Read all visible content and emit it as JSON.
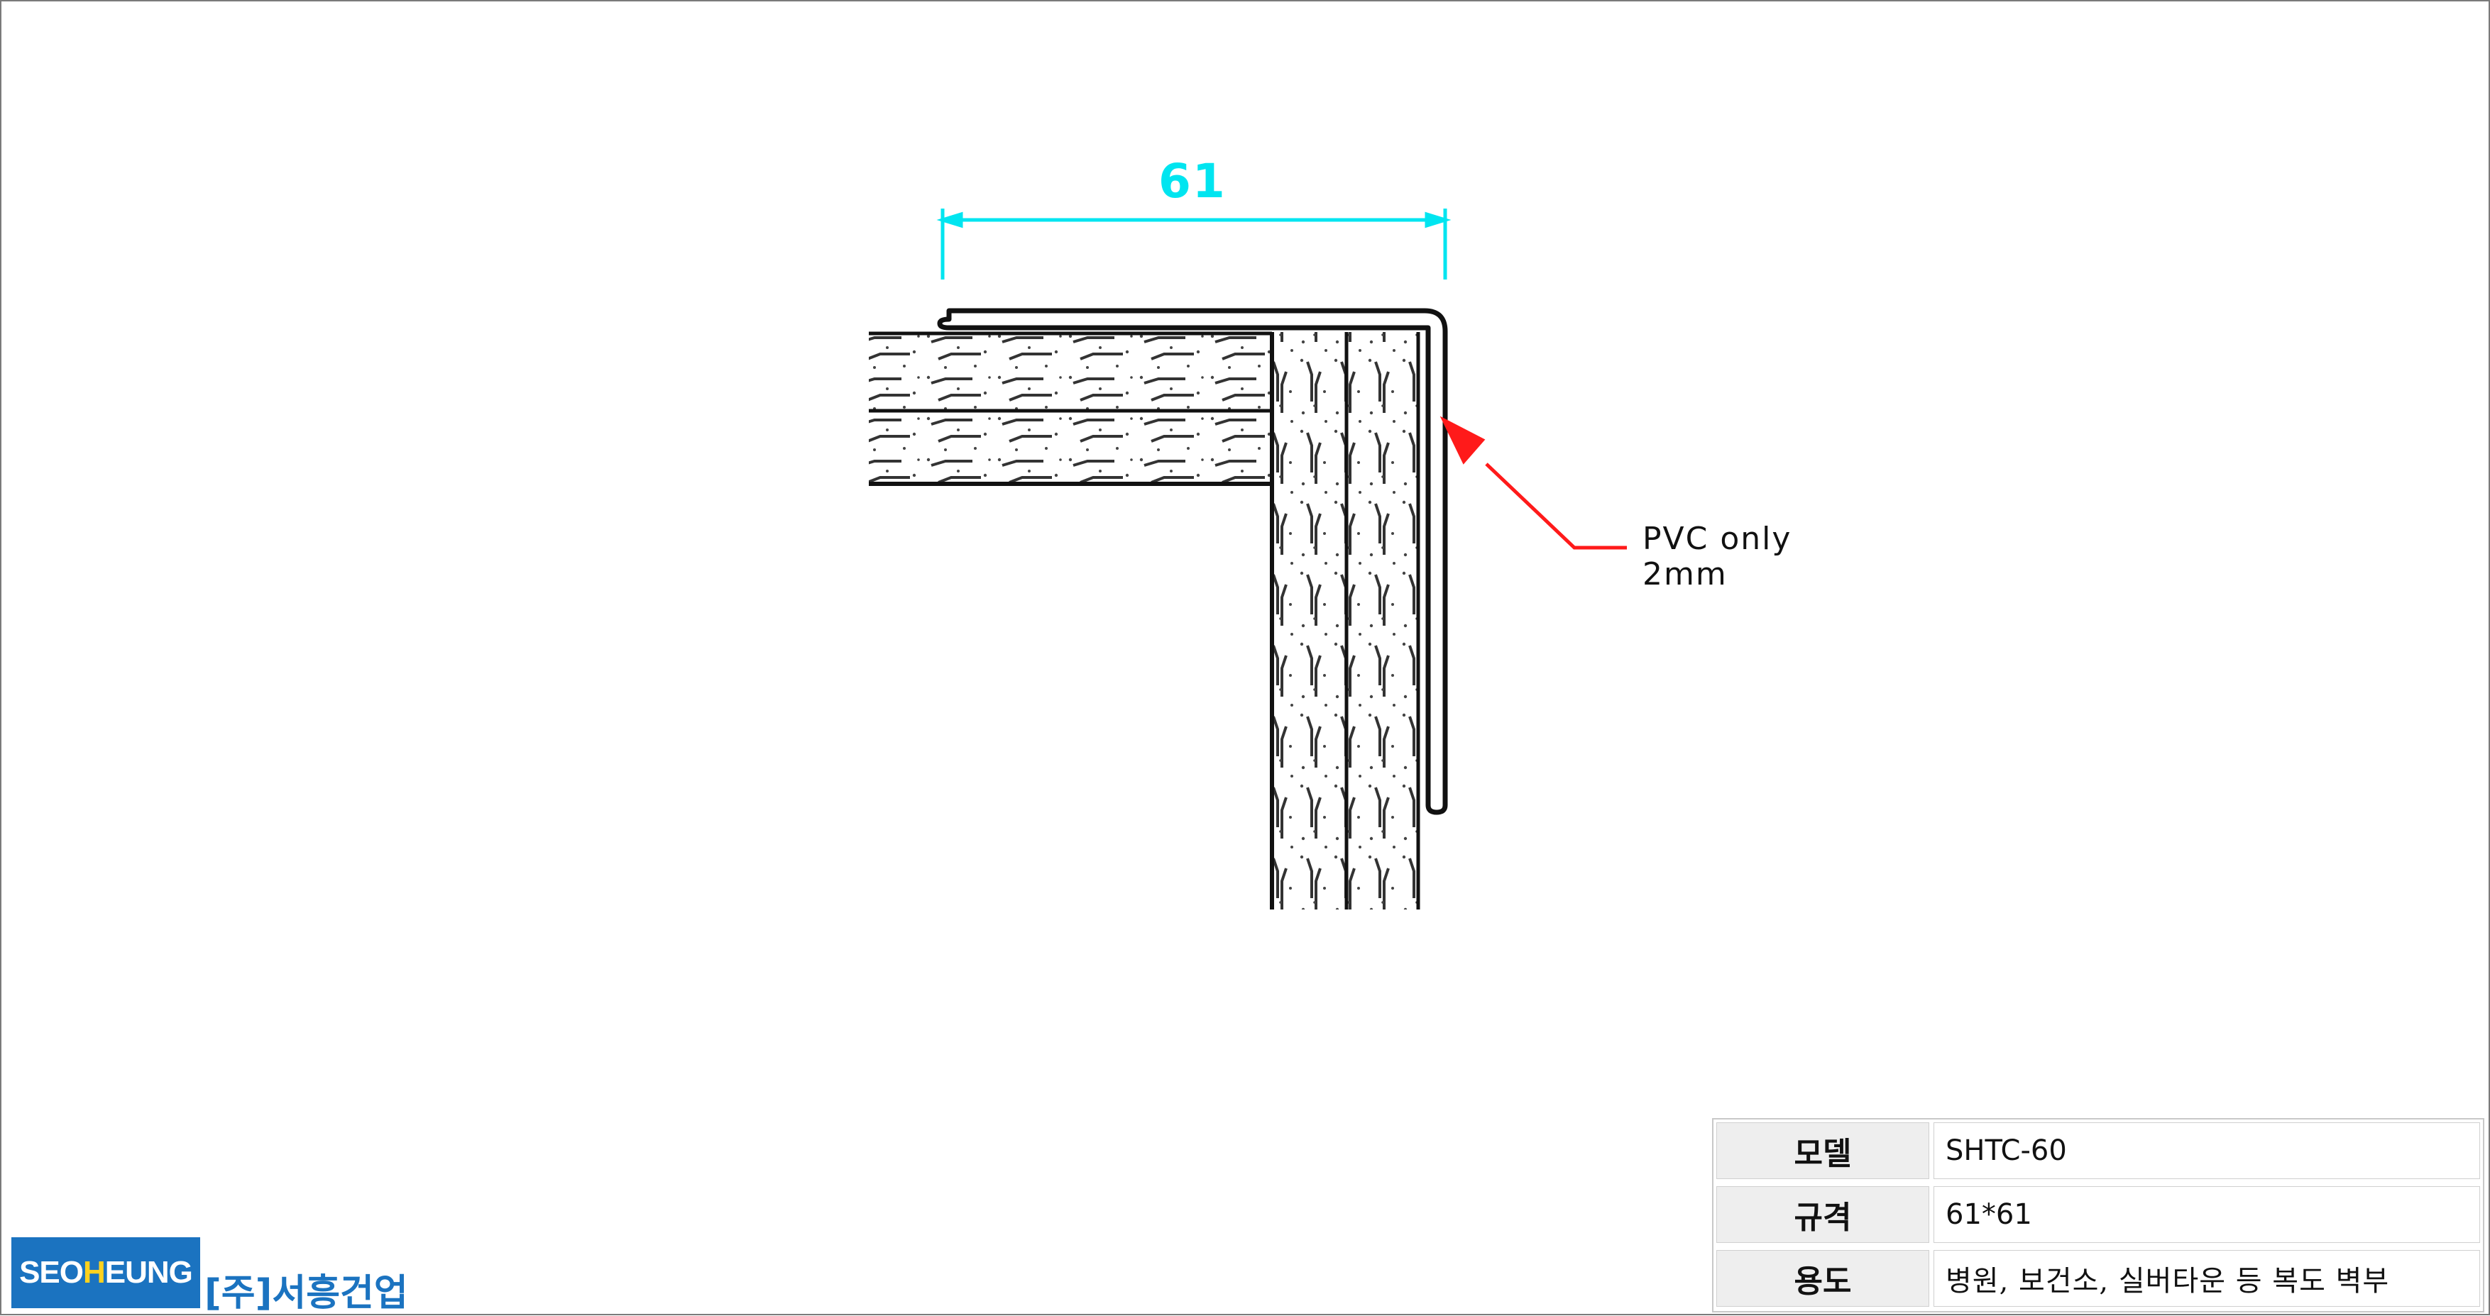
{
  "drawing": {
    "dimension_label": "61",
    "callout": {
      "line1": "PVC only",
      "line2": "2mm"
    },
    "colors": {
      "dimension": "#00e5f0",
      "leader": "#ff1a1a",
      "outline": "#111111"
    }
  },
  "spec_table": {
    "rows": [
      {
        "head": "모델",
        "value": "SHTC-60"
      },
      {
        "head": "규격",
        "value": "61*61"
      },
      {
        "head": "용도",
        "value": "병원, 보건소, 실버타운 등 복도 벽부"
      }
    ]
  },
  "logo": {
    "text_pre": "SEO",
    "text_highlight": "H",
    "text_post": "EUNG",
    "company_name": "[주]서흥건업",
    "colors": {
      "brand": "#1b73c0",
      "highlight": "#ffd21e"
    }
  }
}
